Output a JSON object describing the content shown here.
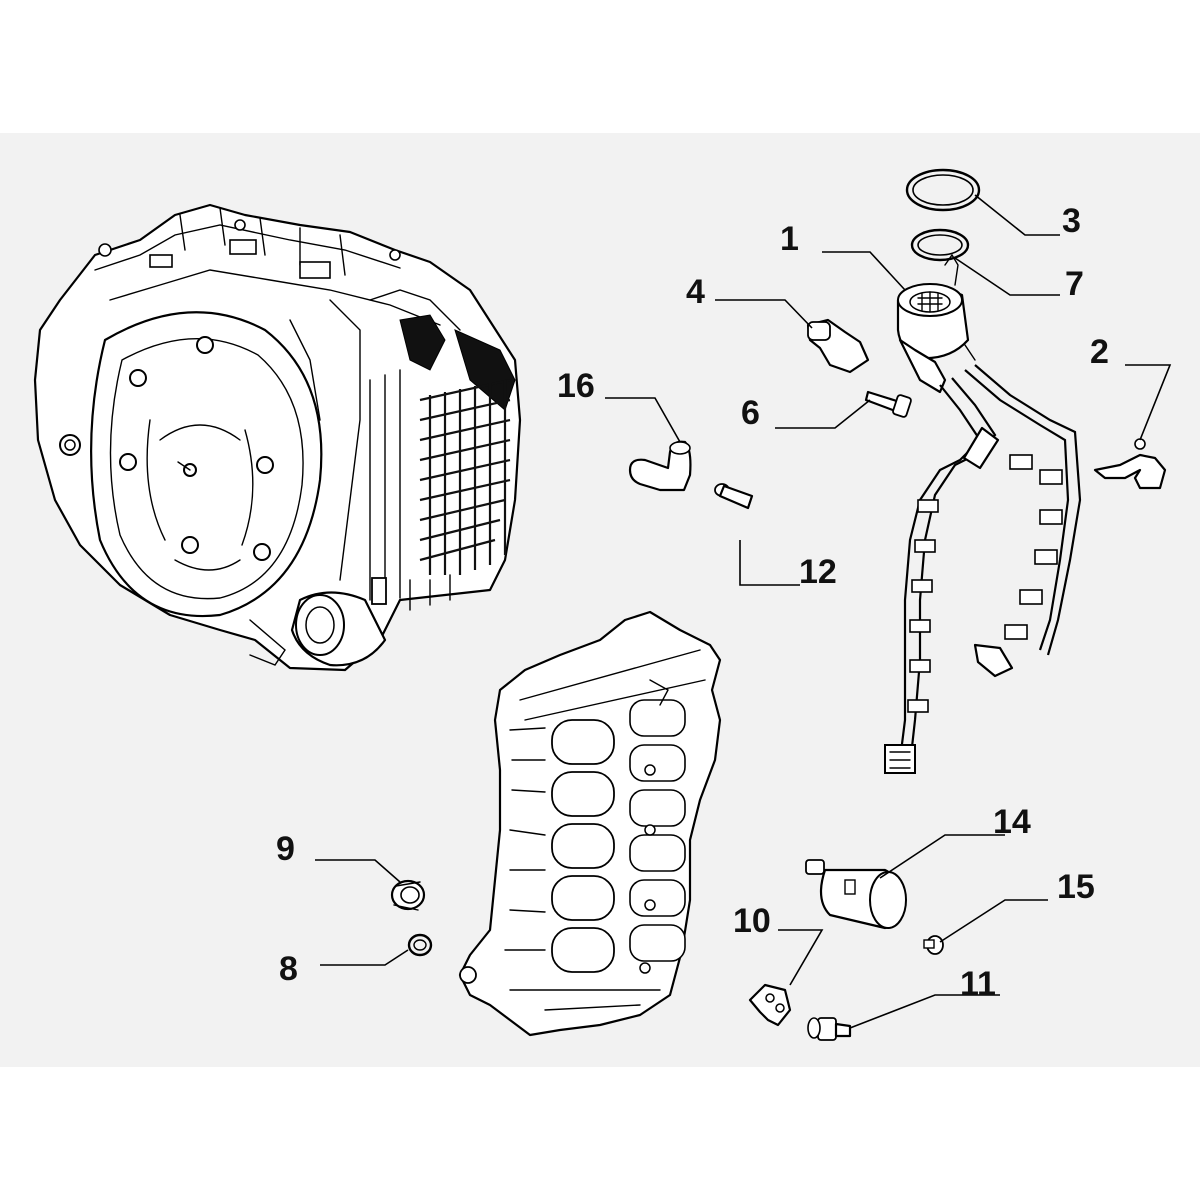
{
  "diagram": {
    "callouts": [
      {
        "id": "1",
        "text": "1"
      },
      {
        "id": "2",
        "text": "2"
      },
      {
        "id": "3",
        "text": "3"
      },
      {
        "id": "4",
        "text": "4"
      },
      {
        "id": "6",
        "text": "6"
      },
      {
        "id": "7",
        "text": "7"
      },
      {
        "id": "8",
        "text": "8"
      },
      {
        "id": "9",
        "text": "9"
      },
      {
        "id": "10",
        "text": "10"
      },
      {
        "id": "11",
        "text": "11"
      },
      {
        "id": "12",
        "text": "12"
      },
      {
        "id": "14",
        "text": "14"
      },
      {
        "id": "15",
        "text": "15"
      },
      {
        "id": "16",
        "text": "16"
      }
    ]
  }
}
